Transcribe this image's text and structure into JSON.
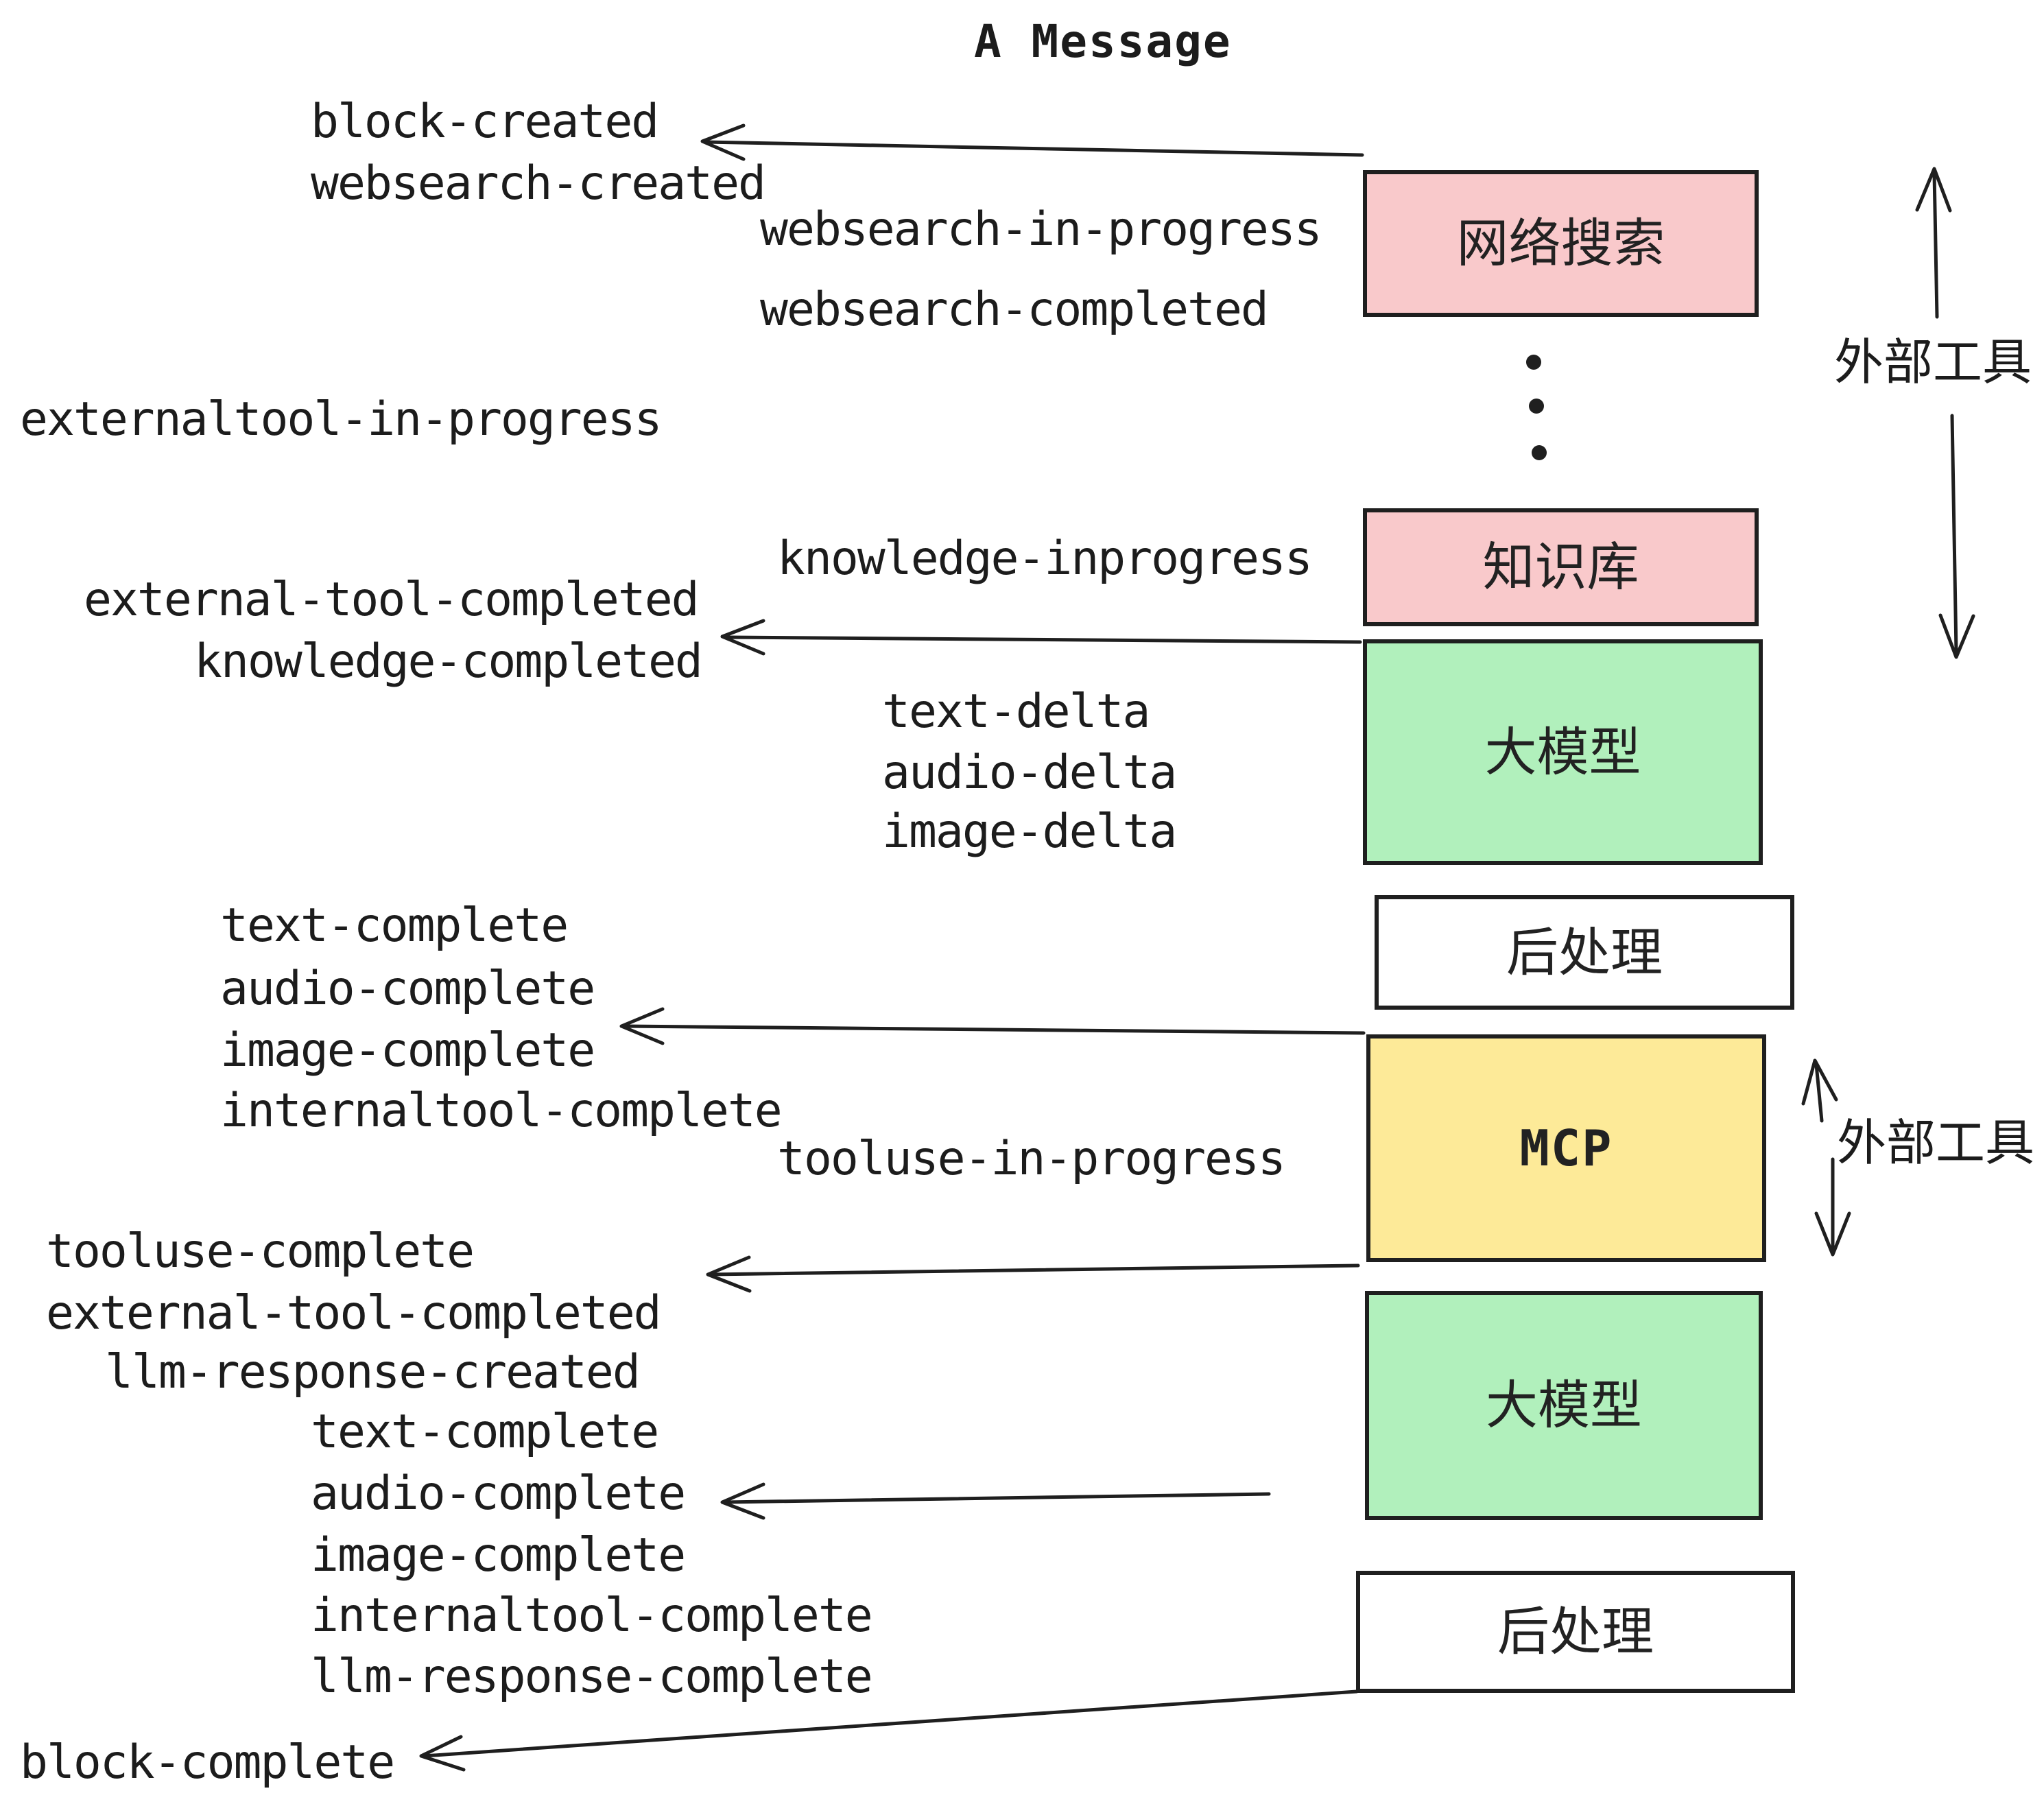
{
  "diagram": {
    "title": "A Message",
    "events": [
      {
        "id": "block-created",
        "text": "block-created"
      },
      {
        "id": "websearch-created",
        "text": "websearch-created"
      },
      {
        "id": "websearch-in-progress",
        "text": "websearch-in-progress"
      },
      {
        "id": "websearch-completed",
        "text": "websearch-completed"
      },
      {
        "id": "externaltool-in-progress",
        "text": "externaltool-in-progress"
      },
      {
        "id": "knowledge-inprogress",
        "text": "knowledge-inprogress"
      },
      {
        "id": "external-tool-completed",
        "text": "external-tool-completed"
      },
      {
        "id": "knowledge-completed",
        "text": "knowledge-completed"
      },
      {
        "id": "text-delta-1",
        "text": "text-delta"
      },
      {
        "id": "audio-delta-1",
        "text": "audio-delta"
      },
      {
        "id": "image-delta-1",
        "text": "image-delta"
      },
      {
        "id": "text-complete-1",
        "text": "text-complete"
      },
      {
        "id": "audio-complete-1",
        "text": "audio-complete"
      },
      {
        "id": "image-complete-1",
        "text": "image-complete"
      },
      {
        "id": "internaltool-complete-1",
        "text": "internaltool-complete"
      },
      {
        "id": "tooluse-in-progress",
        "text": "tooluse-in-progress"
      },
      {
        "id": "tooluse-complete",
        "text": "tooluse-complete"
      },
      {
        "id": "external-tool-completed-2",
        "text": "external-tool-completed"
      },
      {
        "id": "llm-response-created",
        "text": "llm-response-created"
      },
      {
        "id": "text-complete-2",
        "text": "text-complete"
      },
      {
        "id": "audio-complete-2",
        "text": "audio-complete"
      },
      {
        "id": "image-complete-2",
        "text": "image-complete"
      },
      {
        "id": "internaltool-complete-2",
        "text": "internaltool-complete"
      },
      {
        "id": "llm-response-complete",
        "text": "llm-response-complete"
      },
      {
        "id": "block-complete",
        "text": "block-complete"
      }
    ],
    "boxes": [
      {
        "id": "websearch",
        "label": "网络搜索",
        "color": "#f9c9cb"
      },
      {
        "id": "knowledge",
        "label": "知识库",
        "color": "#f9c9cb"
      },
      {
        "id": "llm-1",
        "label": "大模型",
        "color": "#b1f0bc"
      },
      {
        "id": "postprocess-1",
        "label": "后处理",
        "color": "#ffffff"
      },
      {
        "id": "mcp",
        "label": "MCP",
        "color": "#fdea98"
      },
      {
        "id": "llm-2",
        "label": "大模型",
        "color": "#b1f0bc"
      },
      {
        "id": "postprocess-2",
        "label": "后处理",
        "color": "#ffffff"
      }
    ],
    "side_labels": [
      {
        "id": "external-tools-top",
        "label": "外部工具"
      },
      {
        "id": "external-tools-mcp",
        "label": "外部工具"
      }
    ],
    "colors": {
      "box_pink": "#f9c9cb",
      "box_green": "#b1f0bc",
      "box_yellow": "#fdea98",
      "box_white": "#ffffff",
      "ink": "#1f1f1f",
      "background": "#ffffff"
    }
  }
}
